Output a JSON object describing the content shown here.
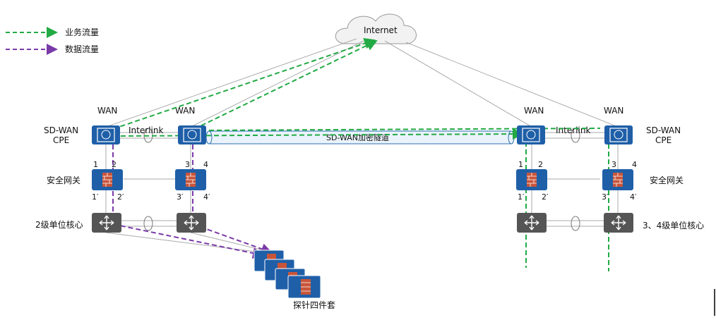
{
  "legend": {
    "business": {
      "label": "业务流量",
      "color": "#22aa44"
    },
    "data": {
      "label": "数据流量",
      "color": "#7a3aa8"
    }
  },
  "cloud": {
    "label": "Internet"
  },
  "wan_labels": [
    "WAN",
    "WAN",
    "WAN",
    "WAN"
  ],
  "cpe": {
    "left_label_line1": "SD-WAN",
    "left_label_line2": "CPE",
    "right_label_line1": "SD-WAN",
    "right_label_line2": "CPE"
  },
  "interlink": {
    "left": "Interlink",
    "right": "Interlink"
  },
  "tunnel": {
    "label": "SD-WAN加密隧道"
  },
  "gateway": {
    "left_label": "安全网关",
    "right_label": "安全网关"
  },
  "ports": {
    "top": [
      "1",
      "2",
      "3",
      "4",
      "1",
      "2",
      "3",
      "4"
    ],
    "bottom": [
      "1′",
      "2′",
      "3′",
      "4′",
      "1′",
      "2′",
      "3′",
      "4′"
    ]
  },
  "core": {
    "left_label": "2级单位核心",
    "right_label": "3、4级单位核心"
  },
  "probe": {
    "label": "探针四件套"
  },
  "colors": {
    "device_blue": "#1f5fa8",
    "device_gray": "#555555",
    "firewall_brick": "#c8553a",
    "tunnel_fill": "#eaf3fb"
  }
}
